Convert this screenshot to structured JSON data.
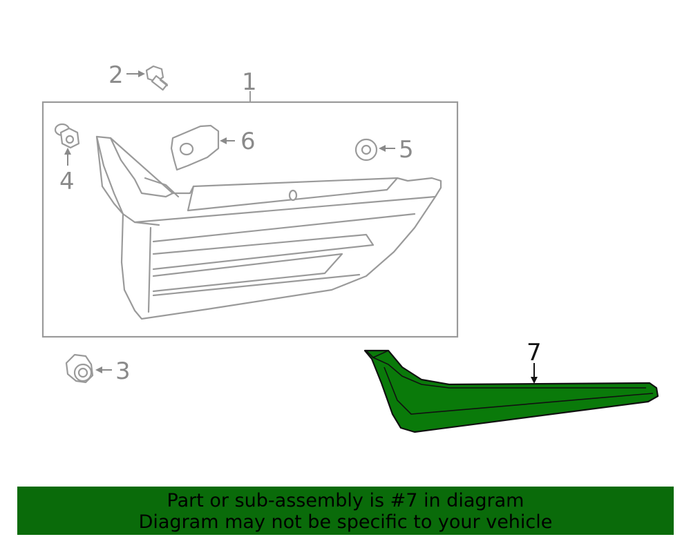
{
  "callouts": {
    "part1": "1",
    "part2": "2",
    "part3": "3",
    "part4": "4",
    "part5": "5",
    "part6": "6",
    "part7": "7"
  },
  "highlight_color": "#0a7a0a",
  "banner": {
    "line1": "Part or sub-assembly is #7 in diagram",
    "line2": "Diagram may not be specific to your vehicle",
    "background": "#0a6b0a"
  }
}
